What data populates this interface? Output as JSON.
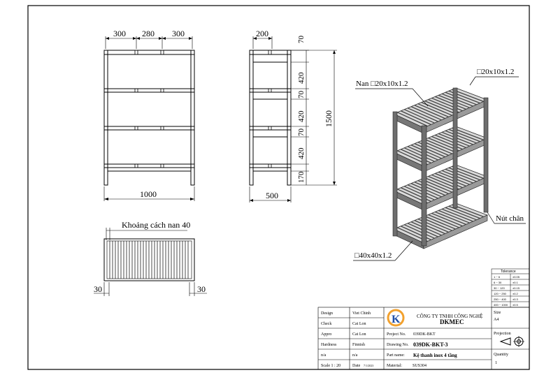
{
  "views": {
    "front": {
      "dims_top": [
        "300",
        "280",
        "300"
      ],
      "dim_width": "1000"
    },
    "side": {
      "dim_top": "200",
      "dims_vertical": [
        "70",
        "420",
        "70",
        "420",
        "70",
        "420",
        "170"
      ],
      "dim_total": "1500",
      "dim_depth": "500"
    },
    "plan": {
      "spacing_label": "Khoảng cách nan 40",
      "dim_left": "30",
      "dim_right": "30"
    },
    "iso": {
      "callout_slat": "Nan □20x10x1.2",
      "callout_frame": "□20x10x1.2",
      "callout_post": "□40x40x1.2",
      "callout_foot": "Nút chân"
    }
  },
  "tolerance": {
    "title": "Tolerance",
    "rows": [
      [
        "1 ~ 6",
        "±0.05"
      ],
      [
        "6 ~ 30",
        "±0.1"
      ],
      [
        "30 ~ 120",
        "±0.15"
      ],
      [
        "120 ~ 250",
        "±0.2"
      ],
      [
        "250 ~ 400",
        "±0.3"
      ],
      [
        "400 ~ 1000",
        "±0.5"
      ]
    ]
  },
  "title_block": {
    "design_label": "Design",
    "design_value": "Viet Chinh",
    "check_label": "Check",
    "check_value": "Cat Lon",
    "appro_label": "Apprо",
    "appro_value": "Cat Lon",
    "hardness_label": "Hardness",
    "hardness_value": "Finnish",
    "na_1": "n/a",
    "na_2": "n/a",
    "scale_label": "Scale   1 : 20",
    "date_label": "Date",
    "date_value": "7/1/2023",
    "company_line1": "CÔNG TY TNHH CÔNG NGHỆ",
    "company_line2": "DKMEC",
    "project_label": "Project No.",
    "project_value": "039DK-BKT",
    "drawing_label": "Drawing No.",
    "drawing_value": "039DK-BKT-3",
    "part_label": "Part name:",
    "part_value": "Kệ thanh inox 4 tầng",
    "material_label": "Material:",
    "material_value": "SUS304",
    "size_label": "Size",
    "size_value": "A4",
    "projection_label": "Projection",
    "quantity_label": "Quantity",
    "quantity_value": "1"
  },
  "colors": {
    "line": "#000000",
    "logo_blue": "#1f4fa8",
    "logo_orange": "#f2a12e",
    "metal_dark": "#4a4a4a",
    "metal_light": "#b8b8b8"
  }
}
